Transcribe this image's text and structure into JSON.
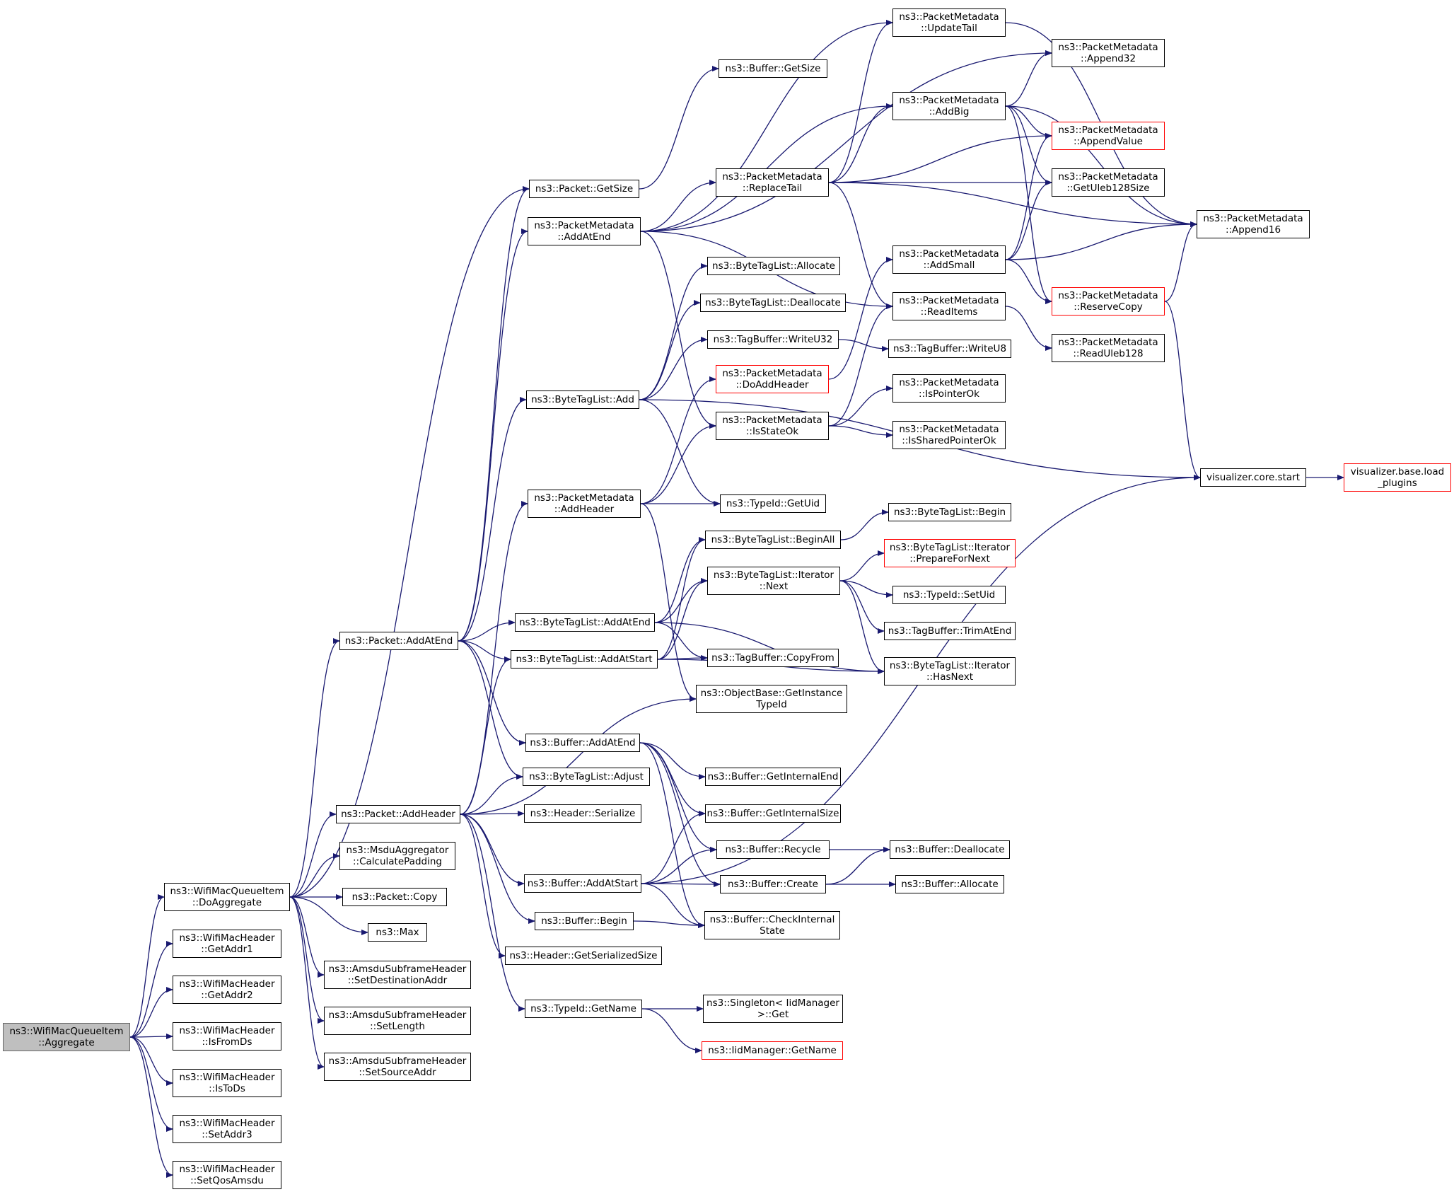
{
  "colors": {
    "edge": "#191970",
    "node_border": "#000000",
    "truncated_border": "#ff0000",
    "root_fill": "#bfbfbf",
    "background": "#ffffff"
  },
  "nodes": [
    {
      "id": "aggregate",
      "label": [
        "ns3::WifiMacQueueItem",
        "::Aggregate"
      ],
      "root": true
    },
    {
      "id": "doAggregate",
      "label": [
        "ns3::WifiMacQueueItem",
        "::DoAggregate"
      ]
    },
    {
      "id": "getAddr1",
      "label": [
        "ns3::WifiMacHeader",
        "::GetAddr1"
      ]
    },
    {
      "id": "getAddr2",
      "label": [
        "ns3::WifiMacHeader",
        "::GetAddr2"
      ]
    },
    {
      "id": "isFromDs",
      "label": [
        "ns3::WifiMacHeader",
        "::IsFromDs"
      ]
    },
    {
      "id": "isToDs",
      "label": [
        "ns3::WifiMacHeader",
        "::IsToDs"
      ]
    },
    {
      "id": "setAddr3",
      "label": [
        "ns3::WifiMacHeader",
        "::SetAddr3"
      ]
    },
    {
      "id": "setQosAmsdu",
      "label": [
        "ns3::WifiMacHeader",
        "::SetQosAmsdu"
      ]
    },
    {
      "id": "packetAddAtEnd",
      "label": [
        "ns3::Packet::AddAtEnd"
      ]
    },
    {
      "id": "packetAddHeader",
      "label": [
        "ns3::Packet::AddHeader"
      ]
    },
    {
      "id": "calcPadding",
      "label": [
        "ns3::MsduAggregator",
        "::CalculatePadding"
      ]
    },
    {
      "id": "packetCopy",
      "label": [
        "ns3::Packet::Copy"
      ]
    },
    {
      "id": "max",
      "label": [
        "ns3::Max"
      ]
    },
    {
      "id": "setDestAddr",
      "label": [
        "ns3::AmsduSubframeHeader",
        "::SetDestinationAddr"
      ]
    },
    {
      "id": "setLength",
      "label": [
        "ns3::AmsduSubframeHeader",
        "::SetLength"
      ]
    },
    {
      "id": "setSourceAddr",
      "label": [
        "ns3::AmsduSubframeHeader",
        "::SetSourceAddr"
      ]
    },
    {
      "id": "packetGetSize",
      "label": [
        "ns3::Packet::GetSize"
      ]
    },
    {
      "id": "pmAddAtEnd",
      "label": [
        "ns3::PacketMetadata",
        "::AddAtEnd"
      ]
    },
    {
      "id": "btlAdd",
      "label": [
        "ns3::ByteTagList::Add"
      ]
    },
    {
      "id": "pmAddHeader",
      "label": [
        "ns3::PacketMetadata",
        "::AddHeader"
      ]
    },
    {
      "id": "btlAddAtEnd",
      "label": [
        "ns3::ByteTagList::AddAtEnd"
      ]
    },
    {
      "id": "btlAddAtStart",
      "label": [
        "ns3::ByteTagList::AddAtStart"
      ]
    },
    {
      "id": "bufAddAtEnd",
      "label": [
        "ns3::Buffer::AddAtEnd"
      ]
    },
    {
      "id": "btlAdjust",
      "label": [
        "ns3::ByteTagList::Adjust"
      ]
    },
    {
      "id": "headerSerialize",
      "label": [
        "ns3::Header::Serialize"
      ]
    },
    {
      "id": "bufAddAtStart",
      "label": [
        "ns3::Buffer::AddAtStart"
      ]
    },
    {
      "id": "bufBegin",
      "label": [
        "ns3::Buffer::Begin"
      ]
    },
    {
      "id": "headerGetSerSize",
      "label": [
        "ns3::Header::GetSerializedSize"
      ]
    },
    {
      "id": "typeIdGetName",
      "label": [
        "ns3::TypeId::GetName"
      ]
    },
    {
      "id": "bufGetSize",
      "label": [
        "ns3::Buffer::GetSize"
      ]
    },
    {
      "id": "pmReplaceTail",
      "label": [
        "ns3::PacketMetadata",
        "::ReplaceTail"
      ]
    },
    {
      "id": "btlAllocate",
      "label": [
        "ns3::ByteTagList::Allocate"
      ]
    },
    {
      "id": "btlDeallocate",
      "label": [
        "ns3::ByteTagList::Deallocate"
      ]
    },
    {
      "id": "tbWriteU32",
      "label": [
        "ns3::TagBuffer::WriteU32"
      ]
    },
    {
      "id": "pmDoAddHeader",
      "label": [
        "ns3::PacketMetadata",
        "::DoAddHeader"
      ],
      "truncated": true
    },
    {
      "id": "pmIsStateOk",
      "label": [
        "ns3::PacketMetadata",
        "::IsStateOk"
      ]
    },
    {
      "id": "typeIdGetUid",
      "label": [
        "ns3::TypeId::GetUid"
      ]
    },
    {
      "id": "btlBeginAll",
      "label": [
        "ns3::ByteTagList::BeginAll"
      ]
    },
    {
      "id": "btlIterNext",
      "label": [
        "ns3::ByteTagList::Iterator",
        "::Next"
      ]
    },
    {
      "id": "tbCopyFrom",
      "label": [
        "ns3::TagBuffer::CopyFrom"
      ]
    },
    {
      "id": "objGetInstTypeId",
      "label": [
        "ns3::ObjectBase::GetInstance",
        "TypeId"
      ]
    },
    {
      "id": "bufGetInternalEnd",
      "label": [
        "ns3::Buffer::GetInternalEnd"
      ]
    },
    {
      "id": "bufGetInternalSize",
      "label": [
        "ns3::Buffer::GetInternalSize"
      ]
    },
    {
      "id": "bufRecycle",
      "label": [
        "ns3::Buffer::Recycle"
      ]
    },
    {
      "id": "bufCreate",
      "label": [
        "ns3::Buffer::Create"
      ]
    },
    {
      "id": "bufCheckInternal",
      "label": [
        "ns3::Buffer::CheckInternal",
        "State"
      ]
    },
    {
      "id": "singletonGet",
      "label": [
        "ns3::Singleton< IidManager",
        ">::Get"
      ]
    },
    {
      "id": "iidGetName",
      "label": [
        "ns3::IidManager::GetName"
      ],
      "truncated": true
    },
    {
      "id": "pmUpdateTail",
      "label": [
        "ns3::PacketMetadata",
        "::UpdateTail"
      ]
    },
    {
      "id": "pmAddBig",
      "label": [
        "ns3::PacketMetadata",
        "::AddBig"
      ]
    },
    {
      "id": "pmAddSmall",
      "label": [
        "ns3::PacketMetadata",
        "::AddSmall"
      ]
    },
    {
      "id": "pmReadItems",
      "label": [
        "ns3::PacketMetadata",
        "::ReadItems"
      ]
    },
    {
      "id": "tbWriteU8",
      "label": [
        "ns3::TagBuffer::WriteU8"
      ]
    },
    {
      "id": "pmIsPointerOk",
      "label": [
        "ns3::PacketMetadata",
        "::IsPointerOk"
      ]
    },
    {
      "id": "pmIsSharedPtrOk",
      "label": [
        "ns3::PacketMetadata",
        "::IsSharedPointerOk"
      ]
    },
    {
      "id": "btlBegin",
      "label": [
        "ns3::ByteTagList::Begin"
      ]
    },
    {
      "id": "btlIterPrepare",
      "label": [
        "ns3::ByteTagList::Iterator",
        "::PrepareForNext"
      ],
      "truncated": true
    },
    {
      "id": "typeIdSetUid",
      "label": [
        "ns3::TypeId::SetUid"
      ]
    },
    {
      "id": "tbTrimAtEnd",
      "label": [
        "ns3::TagBuffer::TrimAtEnd"
      ]
    },
    {
      "id": "btlIterHasNext",
      "label": [
        "ns3::ByteTagList::Iterator",
        "::HasNext"
      ]
    },
    {
      "id": "bufDeallocate",
      "label": [
        "ns3::Buffer::Deallocate"
      ]
    },
    {
      "id": "bufAllocate",
      "label": [
        "ns3::Buffer::Allocate"
      ]
    },
    {
      "id": "pmAppend32",
      "label": [
        "ns3::PacketMetadata",
        "::Append32"
      ]
    },
    {
      "id": "pmAppendValue",
      "label": [
        "ns3::PacketMetadata",
        "::AppendValue"
      ],
      "truncated": true
    },
    {
      "id": "pmGetUleb128Size",
      "label": [
        "ns3::PacketMetadata",
        "::GetUleb128Size"
      ]
    },
    {
      "id": "pmReserveCopy",
      "label": [
        "ns3::PacketMetadata",
        "::ReserveCopy"
      ],
      "truncated": true
    },
    {
      "id": "pmReadUleb128",
      "label": [
        "ns3::PacketMetadata",
        "::ReadUleb128"
      ]
    },
    {
      "id": "pmAppend16",
      "label": [
        "ns3::PacketMetadata",
        "::Append16"
      ]
    },
    {
      "id": "vizStart",
      "label": [
        "visualizer.core.start"
      ]
    },
    {
      "id": "vizLoadPlugins",
      "label": [
        "visualizer.base.load",
        "_plugins"
      ],
      "truncated": true
    }
  ]
}
